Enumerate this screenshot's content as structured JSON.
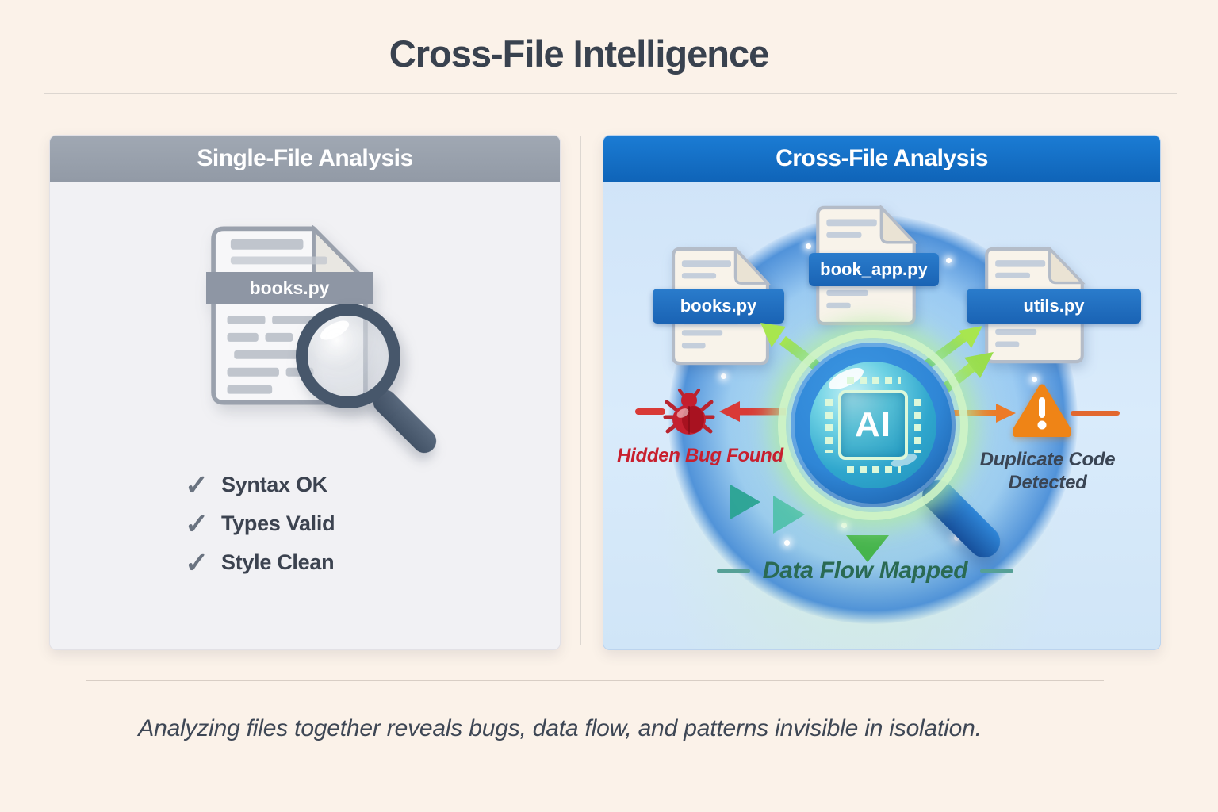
{
  "title": "Cross-File Intelligence",
  "caption": "Analyzing files together reveals bugs, data flow, and patterns invisible in isolation.",
  "icons": {
    "check": "✓"
  },
  "left_panel": {
    "title": "Single-File Analysis",
    "file_name": "books.py",
    "checks": [
      {
        "label": "Syntax OK"
      },
      {
        "label": "Types Valid"
      },
      {
        "label": "Style Clean"
      }
    ]
  },
  "right_panel": {
    "title": "Cross-File Analysis",
    "files": [
      {
        "label": "books.py"
      },
      {
        "label": "book_app.py"
      },
      {
        "label": "utils.py"
      }
    ],
    "ai_chip_label": "AI",
    "findings": [
      {
        "label": "Hidden Bug Found"
      },
      {
        "label": "Duplicate Code Detected"
      },
      {
        "label": "Data Flow Mapped"
      }
    ]
  },
  "colors": {
    "background": "#fbf2e9",
    "left_header_gray": "#99a1ad",
    "right_header_blue": "#1373cb",
    "file_pill_blue": "#1e6fc2",
    "bug_red": "#c8202f",
    "warning_orange": "#f08018",
    "data_flow_green": "#2d6b54",
    "check_gray": "#6a7380"
  }
}
